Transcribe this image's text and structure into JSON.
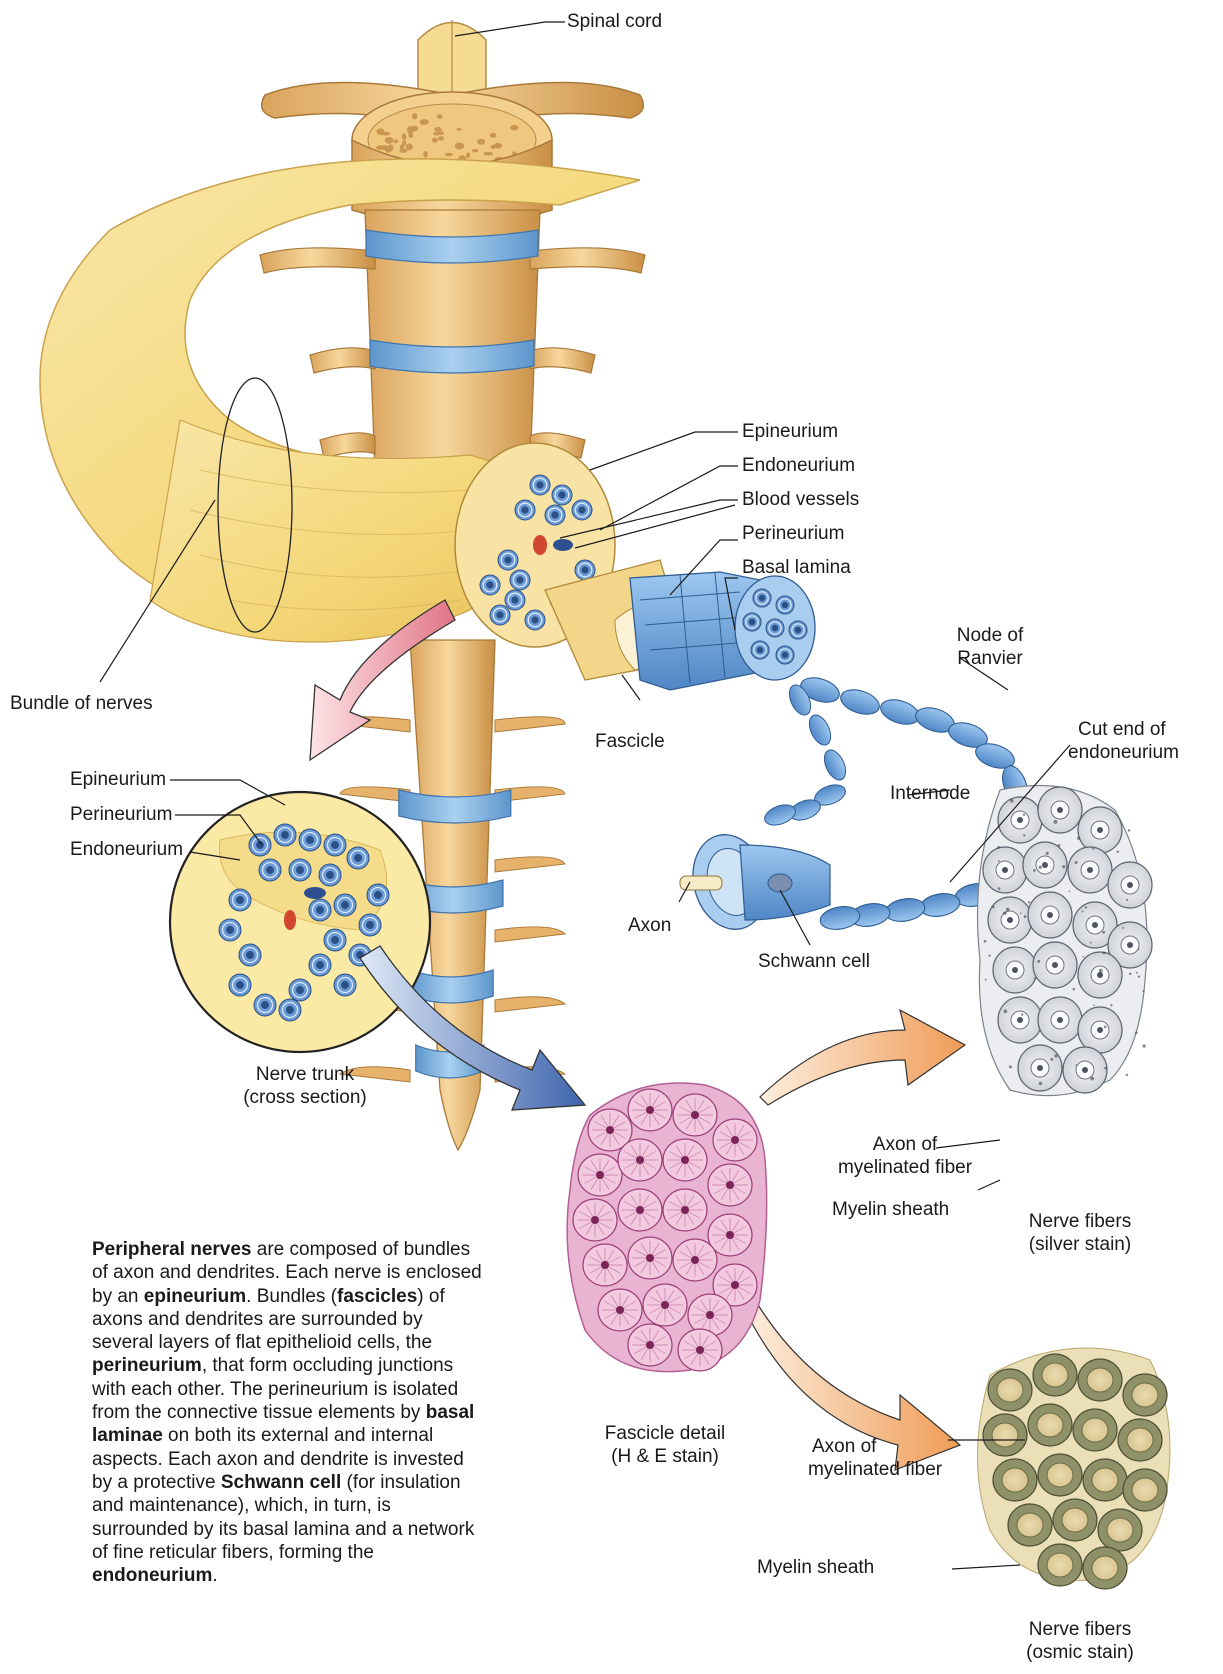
{
  "labels": {
    "spinal_cord": "Spinal cord",
    "epineurium_top": "Epineurium",
    "endoneurium_top": "Endoneurium",
    "blood_vessels": "Blood vessels",
    "perineurium_top": "Perineurium",
    "basal_lamina": "Basal lamina",
    "node_of_ranvier_1": "Node of",
    "node_of_ranvier_2": "Ranvier",
    "cut_end_1": "Cut end of",
    "cut_end_2": "endoneurium",
    "internode": "Internode",
    "bundle_of_nerves": "Bundle of nerves",
    "fascicle": "Fascicle",
    "epineurium_left": "Epineurium",
    "perineurium_left": "Perineurium",
    "endoneurium_left": "Endoneurium",
    "axon": "Axon",
    "schwann_cell": "Schwann cell",
    "nerve_trunk_1": "Nerve trunk",
    "nerve_trunk_2": "(cross section)",
    "axon_myelinated_1_a": "Axon of",
    "axon_myelinated_1_b": "myelinated fiber",
    "myelin_sheath_1": "Myelin sheath",
    "nerve_fibers_silver_1": "Nerve fibers",
    "nerve_fibers_silver_2": "(silver stain)",
    "fascicle_detail_1": "Fascicle detail",
    "fascicle_detail_2": "(H & E stain)",
    "axon_myelinated_2_a": "Axon of",
    "axon_myelinated_2_b": "myelinated fiber",
    "myelin_sheath_2": "Myelin sheath",
    "nerve_fibers_osmic_1": "Nerve fibers",
    "nerve_fibers_osmic_2": "(osmic stain)"
  },
  "description": {
    "t1": "Peripheral nerves",
    "t2": " are composed of bundles of axon and dendrites. Each nerve is enclosed by an ",
    "t3": "epineurium",
    "t4": ". Bundles (",
    "t5": "fascicles",
    "t6": ") of axons and dendrites are surrounded by several layers of flat epithelioid cells, the ",
    "t7": "perineurium",
    "t8": ", that form occluding junctions with each other. The perineurium is isolated from the connective tissue elements by ",
    "t9": "basal laminae",
    "t10": " on both its external and internal aspects. Each axon and dendrite is invested by a protective ",
    "t11": "Schwann cell",
    "t12": " (for insulation and maintenance), which, in turn, is surrounded by its basal lamina and a network of fine reticular fibers, forming the ",
    "t13": "endoneurium",
    "t14": "."
  },
  "colors": {
    "bone": "#f2c987",
    "bone_dark": "#c98f45",
    "disc": "#7fb4df",
    "nerve": "#f6dc86",
    "fiber": "#5f93cf",
    "pink_arrow": "#e68a98",
    "blue_arrow": "#4f73b8",
    "orange_arrow": "#f0a060",
    "he_stain": "#d78cb8",
    "silver_stain": "#e4e6ea",
    "osmic_stain": "#8f9168"
  }
}
